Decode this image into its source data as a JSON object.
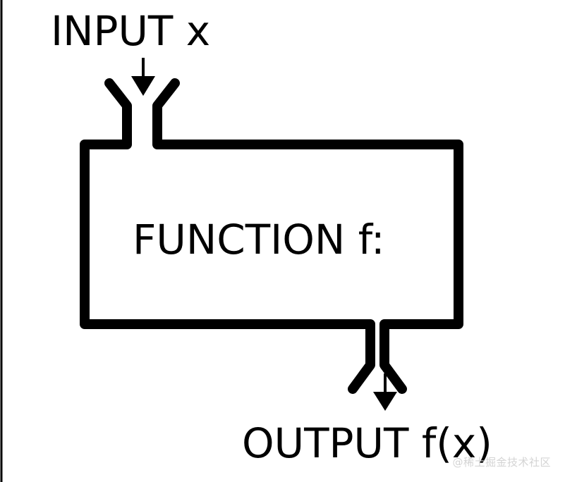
{
  "diagram": {
    "input_label": "INPUT x",
    "function_label": "FUNCTION f:",
    "output_label": "OUTPUT f(x)"
  },
  "watermark": {
    "text": "@稀土掘金技术社区"
  },
  "colors": {
    "stroke": "#000000",
    "background": "#ffffff"
  }
}
